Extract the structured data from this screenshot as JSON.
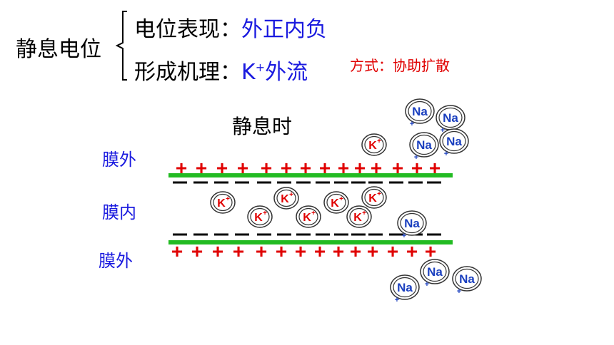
{
  "header": {
    "title": "静息电位",
    "row1_label": "电位表现：",
    "row1_value": "外正内负",
    "row2_label": "形成机理：",
    "row2_value_k": "K",
    "row2_value_sup": "+",
    "row2_value_rest": "外流",
    "method": "方式：协助扩散"
  },
  "diagram": {
    "subtitle": "静息时",
    "label_outside_top": "膜外",
    "label_inside": "膜内",
    "label_outside_bottom": "膜外",
    "k_ion_label": "K",
    "k_ion_sup": "+",
    "na_ion_label": "Na",
    "na_ion_sup": "+",
    "plus_sign": "+",
    "minus_sign": "—"
  },
  "colors": {
    "membrane": "#22bb22",
    "positive": "#e00000",
    "negative": "#000000",
    "na": "#1a3fbf",
    "k": "#e00000",
    "accent_text": "#1a1adf"
  }
}
